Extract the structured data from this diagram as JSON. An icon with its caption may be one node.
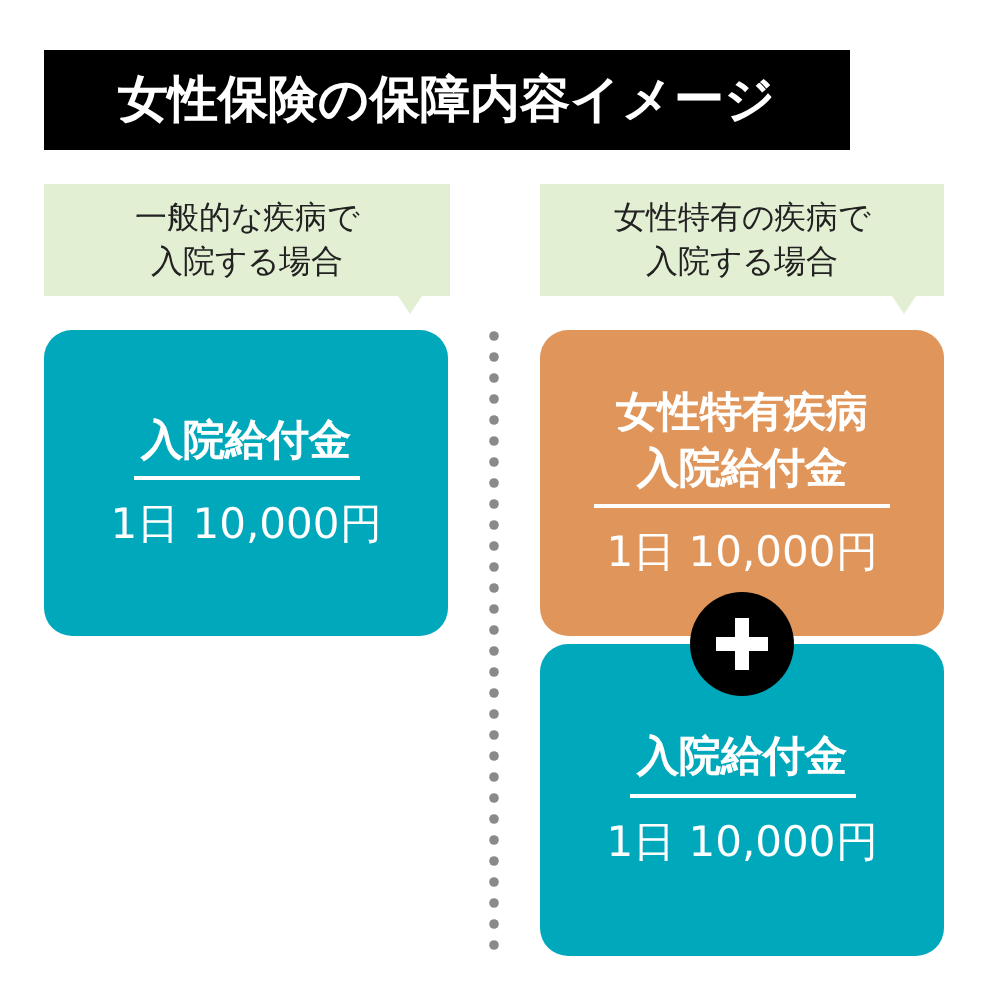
{
  "diagram": {
    "title": "女性保険の保障内容イメージ",
    "nodes": [
      {
        "text": [
          "一般的な疾病で入院する場合"
        ]
      },
      {
        "text": [
          "女性特有の疾病で入院する場合"
        ]
      },
      {
        "text": [
          "入院給付金",
          "1日 10,000円"
        ]
      },
      {
        "text": [
          "女性特有疾病入院給付金",
          "1日 10,000円"
        ]
      },
      {
        "text": [
          "入院給付金",
          "1日 10,000円"
        ]
      }
    ]
  }
}
